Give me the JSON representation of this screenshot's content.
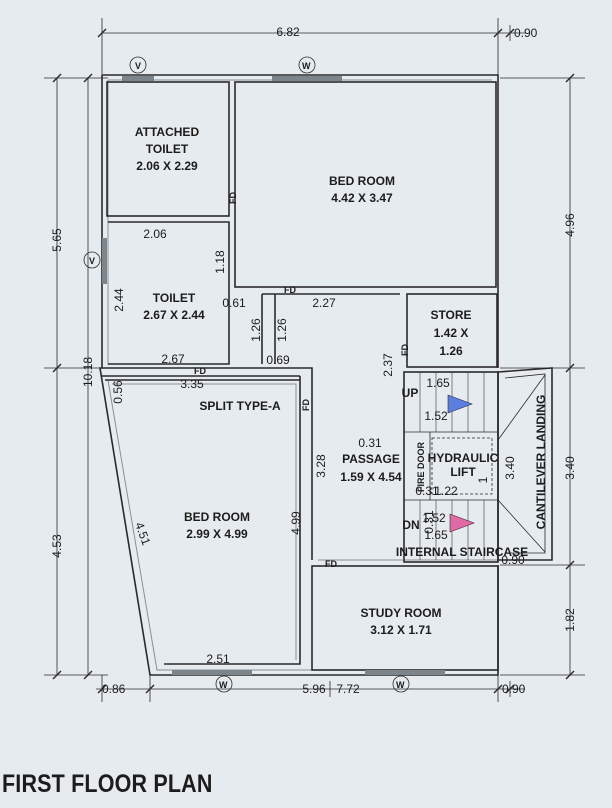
{
  "title": "FIRST FLOOR PLAN",
  "rooms": {
    "attached_toilet": {
      "name_l1": "ATTACHED",
      "name_l2": "TOILET",
      "size": "2.06 X 2.29"
    },
    "bed_room_1": {
      "name": "BED ROOM",
      "size": "4.42 X 3.47"
    },
    "toilet": {
      "name": "TOILET",
      "size": "2.67 X 2.44"
    },
    "store": {
      "name": "STORE",
      "size_l1": "1.42 X",
      "size_l2": "1.26"
    },
    "passage": {
      "name": "PASSAGE",
      "size": "1.59 X 4.54"
    },
    "bed_room_2": {
      "name": "BED ROOM",
      "size": "2.99 X 4.99"
    },
    "study_room": {
      "name": "STUDY ROOM",
      "size": "3.12 X 1.71"
    }
  },
  "labels": {
    "split": "SPLIT TYPE-A",
    "hydraulic_l1": "HYDRAULIC",
    "hydraulic_l2": "LIFT",
    "cantilever": "CANTILEVER LANDING",
    "internal_staircase": "INTERNAL STAIRCASE",
    "fire_door": "FIRE DOOR",
    "up": "UP",
    "dn": "DN",
    "fd": "FD",
    "window": "W",
    "ventilator": "V"
  },
  "dims": {
    "top_width": "6.82",
    "top_right": "0.90",
    "left_upper": "5.65",
    "left_total": "10.18",
    "left_lower": "4.53",
    "right_upper": "4.96",
    "right_mid": "3.40",
    "right_mid_inner": "3.40",
    "right_lower": "1.82",
    "bottom_left": "0.86",
    "bottom_mid": "5.96",
    "bottom_mid2": "7.72",
    "bottom_right": "0.90",
    "at_width": "2.06",
    "toilet_h": "2.44",
    "at_toilet_gap": "1.18",
    "toilet_w": "2.67",
    "gap_061": "0.61",
    "br_width": "2.27",
    "gap_126a": "1.26",
    "gap_126b": "1.26",
    "gap_069": "0.69",
    "gap_056": "0.56",
    "br2_top": "3.35",
    "store_h": "2.37",
    "stair_165a": "1.65",
    "stair_152a": "1.52",
    "passage_031": "0.31",
    "passage_328": "3.28",
    "lift_031": "0.31",
    "lift_122": "1.22",
    "lift_1": "1",
    "stair_152b": "1.52",
    "stair_165b": "1.65",
    "stair_031": "0.31",
    "br2_h": "4.99",
    "br2_slant": "4.51",
    "br2_bottom": "2.51",
    "stair_090": "0.90"
  },
  "colors": {
    "background": "#e6ebef",
    "arrow_up": "#5b7fe0",
    "arrow_dn": "#e06aa6"
  }
}
